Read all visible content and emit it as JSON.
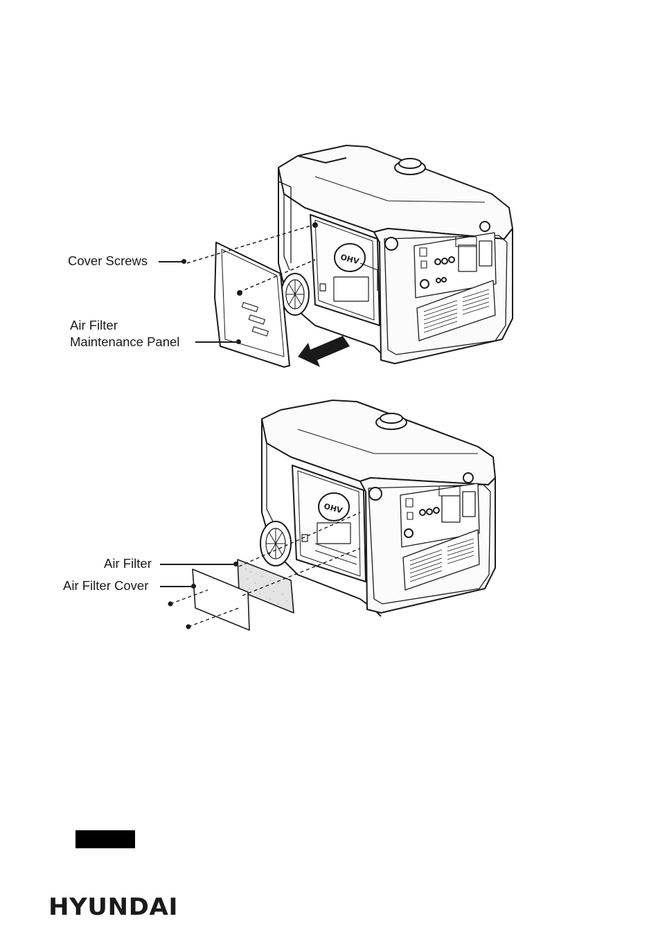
{
  "figure1": {
    "labels": {
      "cover_screws": "Cover Screws",
      "panel_line1": "Air Filter",
      "panel_line2": "Maintenance Panel"
    }
  },
  "figure2": {
    "labels": {
      "air_filter": "Air Filter",
      "air_filter_cover": "Air Filter Cover"
    }
  },
  "generator": {
    "panel_text": "OHV"
  },
  "footer": {
    "brand": "HYUNDAI"
  }
}
